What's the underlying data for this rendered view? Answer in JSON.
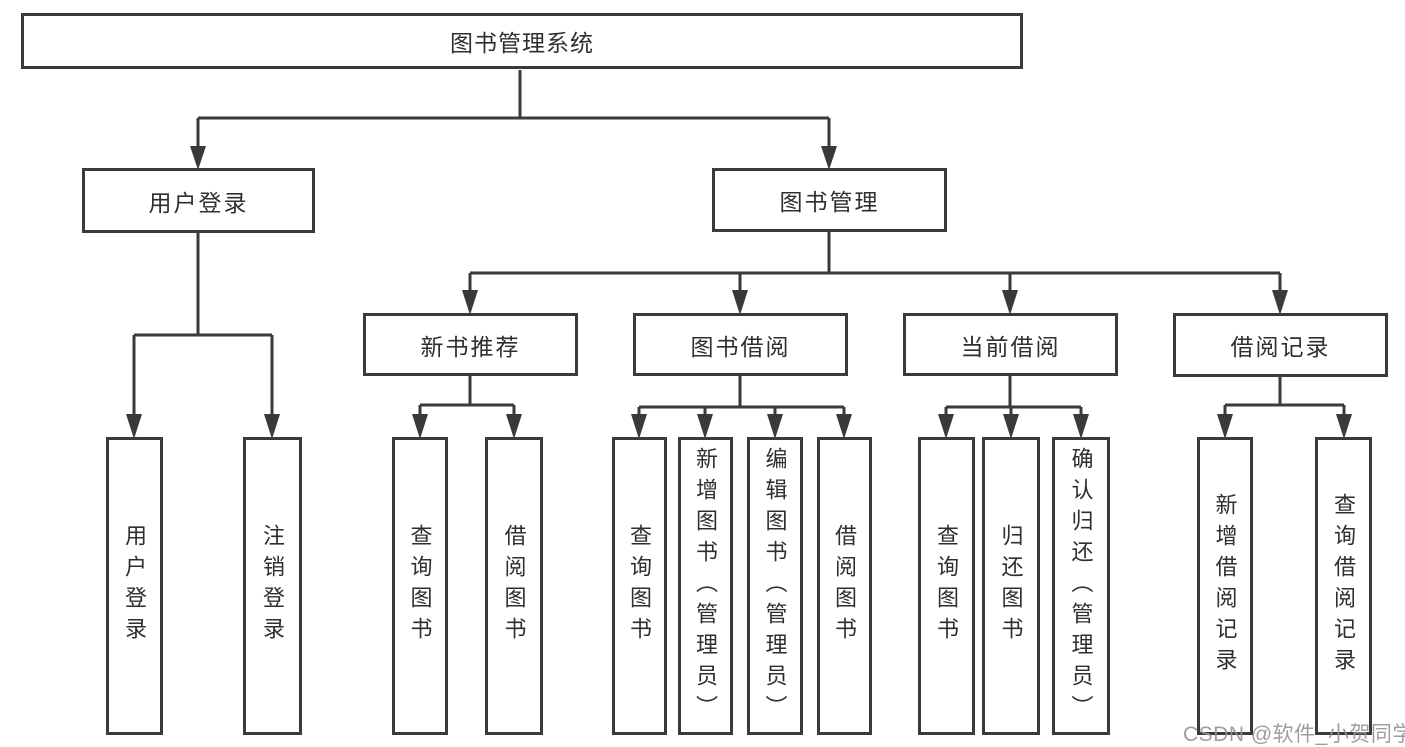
{
  "colors": {
    "background": "#ffffff",
    "line": "#3a3a3a",
    "box_border": "#3a3a3a",
    "text": "#2f2f2f",
    "watermark": "#969696"
  },
  "tree": {
    "label": "图书管理系统",
    "children": [
      {
        "label": "用户登录",
        "children": [
          {
            "label": "用户登录"
          },
          {
            "label": "注销登录"
          }
        ]
      },
      {
        "label": "图书管理",
        "children": [
          {
            "label": "新书推荐",
            "children": [
              {
                "label": "查询图书"
              },
              {
                "label": "借阅图书"
              }
            ]
          },
          {
            "label": "图书借阅",
            "children": [
              {
                "label": "查询图书"
              },
              {
                "label": "新增图书（管理员）"
              },
              {
                "label": "编辑图书（管理员）"
              },
              {
                "label": "借阅图书"
              }
            ]
          },
          {
            "label": "当前借阅",
            "children": [
              {
                "label": "查询图书"
              },
              {
                "label": "归还图书"
              },
              {
                "label": "确认归还（管理员）"
              }
            ]
          },
          {
            "label": "借阅记录",
            "children": [
              {
                "label": "新增借阅记录"
              },
              {
                "label": "查询借阅记录"
              }
            ]
          }
        ]
      }
    ]
  },
  "watermark": {
    "text": "CSDN @软件_小贺同学"
  }
}
